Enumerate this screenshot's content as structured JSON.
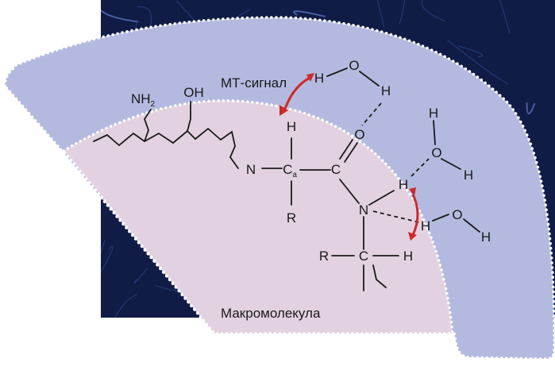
{
  "labels": {
    "signal": "МТ-сигнал",
    "macromolecule": "Макромолекула"
  },
  "atoms": {
    "nh2_n": "NH",
    "nh2_sub": "2",
    "oh": "OH",
    "n_left": "N",
    "ca": "C",
    "ca_sub": "a",
    "c_carbonyl": "C",
    "o_carbonyl": "O",
    "h_top": "H",
    "r_left": "R",
    "n_amide": "N",
    "h_amide": "H",
    "c_lower": "C",
    "r_lower": "R",
    "h_lower": "H",
    "w1_h1": "H",
    "w1_o": "O",
    "w1_h2": "H",
    "w2_h1": "H",
    "w2_o": "O",
    "w2_h2": "H",
    "w3_h1": "H",
    "w3_o": "O",
    "w3_h2": "H"
  },
  "colors": {
    "water_layer": "#b4badf",
    "macromolecule_fill": "#e2d2e1",
    "background": "#101c46",
    "signal_arrow": "#cc2a2a"
  }
}
